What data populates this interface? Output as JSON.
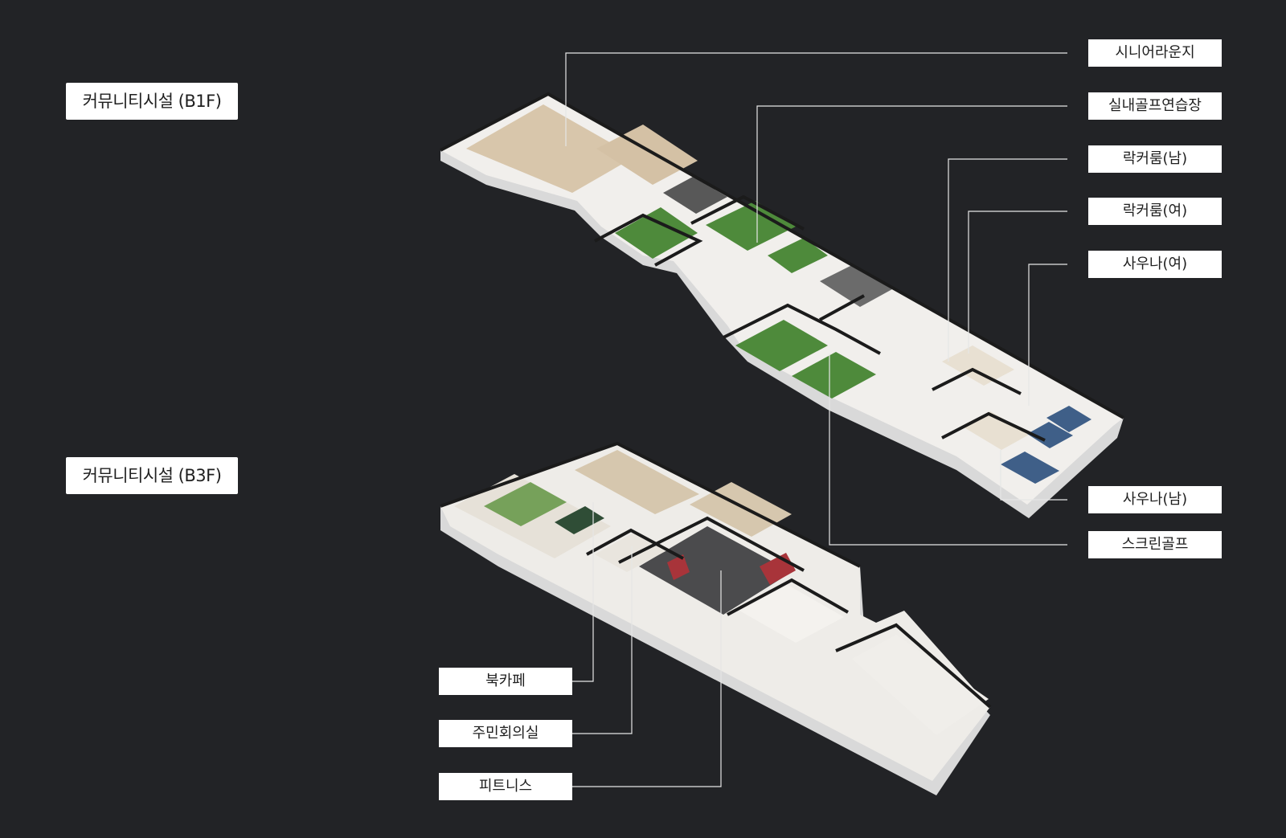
{
  "floors": [
    {
      "title": "커뮤니티시설 (B1F)"
    },
    {
      "title": "커뮤니티시설 (B3F)"
    }
  ],
  "b1f_rooms": [
    {
      "label": "시니어라운지"
    },
    {
      "label": "실내골프연습장"
    },
    {
      "label": "락커룸(남)"
    },
    {
      "label": "락커룸(여)"
    },
    {
      "label": "사우나(여)"
    },
    {
      "label": "사우나(남)"
    },
    {
      "label": "스크린골프"
    }
  ],
  "b3f_rooms": [
    {
      "label": "북카페"
    },
    {
      "label": "주민회의실"
    },
    {
      "label": "피트니스"
    }
  ],
  "colors": {
    "background": "#222326",
    "label_bg": "#ffffff",
    "label_text": "#1f1f1f",
    "leader_line": "#e6e6e6",
    "golf_green": "#4e8a3b",
    "sauna_blue": "#3f5f88",
    "gym_red": "#a8343a"
  }
}
